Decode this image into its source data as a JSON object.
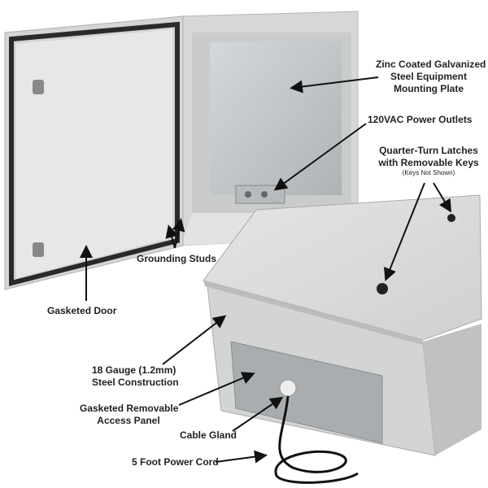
{
  "callouts": {
    "mounting_plate": [
      "Zinc Coated Galvanized",
      "Steel Equipment",
      "Mounting Plate"
    ],
    "outlets": "120VAC Power Outlets",
    "latches": [
      "Quarter-Turn Latches",
      "with Removable Keys"
    ],
    "latches_note": "(Keys Not Shown)",
    "grounding": "Grounding Studs",
    "door": "Gasketed Door",
    "steel": [
      "18 Gauge (1.2mm)",
      "Steel Construction"
    ],
    "panel": [
      "Gasketed Removable",
      "Access Panel"
    ],
    "gland": "Cable Gland",
    "cord": "5 Foot Power Cord"
  },
  "colors": {
    "enclosure": "#d9dbda",
    "shadow": "#b9bcbb",
    "gasket": "#2a2a2a",
    "plate": "#c4c8cb"
  }
}
